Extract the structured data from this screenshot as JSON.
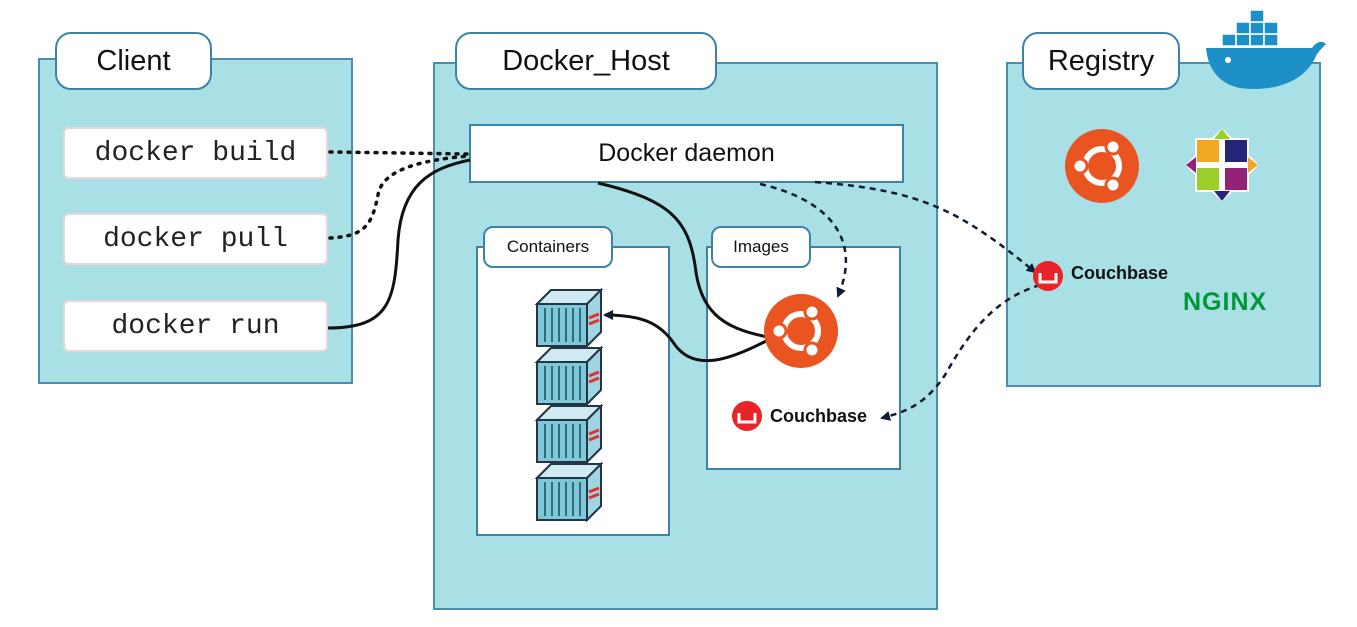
{
  "client": {
    "title": "Client",
    "commands": [
      "docker build",
      "docker pull",
      "docker run"
    ]
  },
  "host": {
    "title": "Docker_Host",
    "daemon": "Docker daemon",
    "containers_title": "Containers",
    "images_title": "Images",
    "images_couchbase": "Couchbase"
  },
  "registry": {
    "title": "Registry",
    "couchbase": "Couchbase",
    "nginx": "NGINX"
  },
  "icons": {
    "docker_whale": "docker-whale-icon",
    "ubuntu": "ubuntu-icon",
    "centos": "centos-icon",
    "couchbase": "couchbase-icon",
    "nginx": "nginx-logo",
    "container": "container-icon"
  },
  "colors": {
    "panel": "#a8e0e6",
    "panel_border": "#4a8fb0",
    "ubuntu": "#e95420",
    "couchbase": "#ea2328",
    "nginx": "#009639",
    "docker": "#1d91c7"
  }
}
